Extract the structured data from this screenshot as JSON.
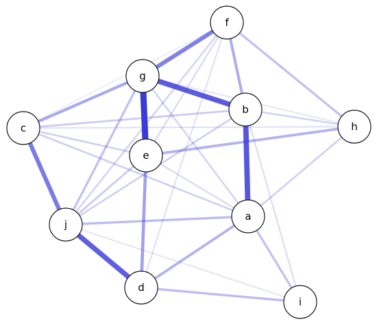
{
  "diagram": {
    "type": "network-graph",
    "edge_color": "#3a3ad8",
    "nodes": [
      {
        "id": "f",
        "label": "f"
      },
      {
        "id": "g",
        "label": "g"
      },
      {
        "id": "b",
        "label": "b"
      },
      {
        "id": "c",
        "label": "c"
      },
      {
        "id": "h",
        "label": "h"
      },
      {
        "id": "e",
        "label": "e"
      },
      {
        "id": "a",
        "label": "a"
      },
      {
        "id": "j",
        "label": "j"
      },
      {
        "id": "d",
        "label": "d"
      },
      {
        "id": "i",
        "label": "i"
      }
    ],
    "edges": [
      {
        "source": "g",
        "target": "e",
        "weight": 1.0
      },
      {
        "source": "b",
        "target": "a",
        "weight": 0.85
      },
      {
        "source": "g",
        "target": "b",
        "weight": 0.82
      },
      {
        "source": "j",
        "target": "d",
        "weight": 0.8
      },
      {
        "source": "c",
        "target": "j",
        "weight": 0.65
      },
      {
        "source": "f",
        "target": "g",
        "weight": 0.62
      },
      {
        "source": "e",
        "target": "d",
        "weight": 0.45
      },
      {
        "source": "c",
        "target": "g",
        "weight": 0.4
      },
      {
        "source": "f",
        "target": "b",
        "weight": 0.38
      },
      {
        "source": "e",
        "target": "h",
        "weight": 0.35
      },
      {
        "source": "a",
        "target": "d",
        "weight": 0.35
      },
      {
        "source": "j",
        "target": "a",
        "weight": 0.3
      },
      {
        "source": "d",
        "target": "i",
        "weight": 0.3
      },
      {
        "source": "f",
        "target": "h",
        "weight": 0.28
      },
      {
        "source": "g",
        "target": "j",
        "weight": 0.28
      },
      {
        "source": "a",
        "target": "i",
        "weight": 0.28
      },
      {
        "source": "c",
        "target": "b",
        "weight": 0.22
      },
      {
        "source": "j",
        "target": "e",
        "weight": 0.22
      },
      {
        "source": "c",
        "target": "e",
        "weight": 0.2
      },
      {
        "source": "h",
        "target": "a",
        "weight": 0.2
      },
      {
        "source": "c",
        "target": "a",
        "weight": 0.2
      },
      {
        "source": "j",
        "target": "b",
        "weight": 0.2
      },
      {
        "source": "f",
        "target": "j",
        "weight": 0.18
      },
      {
        "source": "g",
        "target": "a",
        "weight": 0.18
      },
      {
        "source": "b",
        "target": "h",
        "weight": 0.18
      },
      {
        "source": "c",
        "target": "h",
        "weight": 0.12
      },
      {
        "source": "f",
        "target": "d",
        "weight": 0.12
      },
      {
        "source": "e",
        "target": "a",
        "weight": 0.15
      },
      {
        "source": "b",
        "target": "i",
        "weight": 0.14
      },
      {
        "source": "f",
        "target": "e",
        "weight": 0.15
      },
      {
        "source": "g",
        "target": "h",
        "weight": 0.1
      },
      {
        "source": "j",
        "target": "i",
        "weight": 0.1
      },
      {
        "source": "c",
        "target": "f",
        "weight": 0.06
      }
    ]
  }
}
